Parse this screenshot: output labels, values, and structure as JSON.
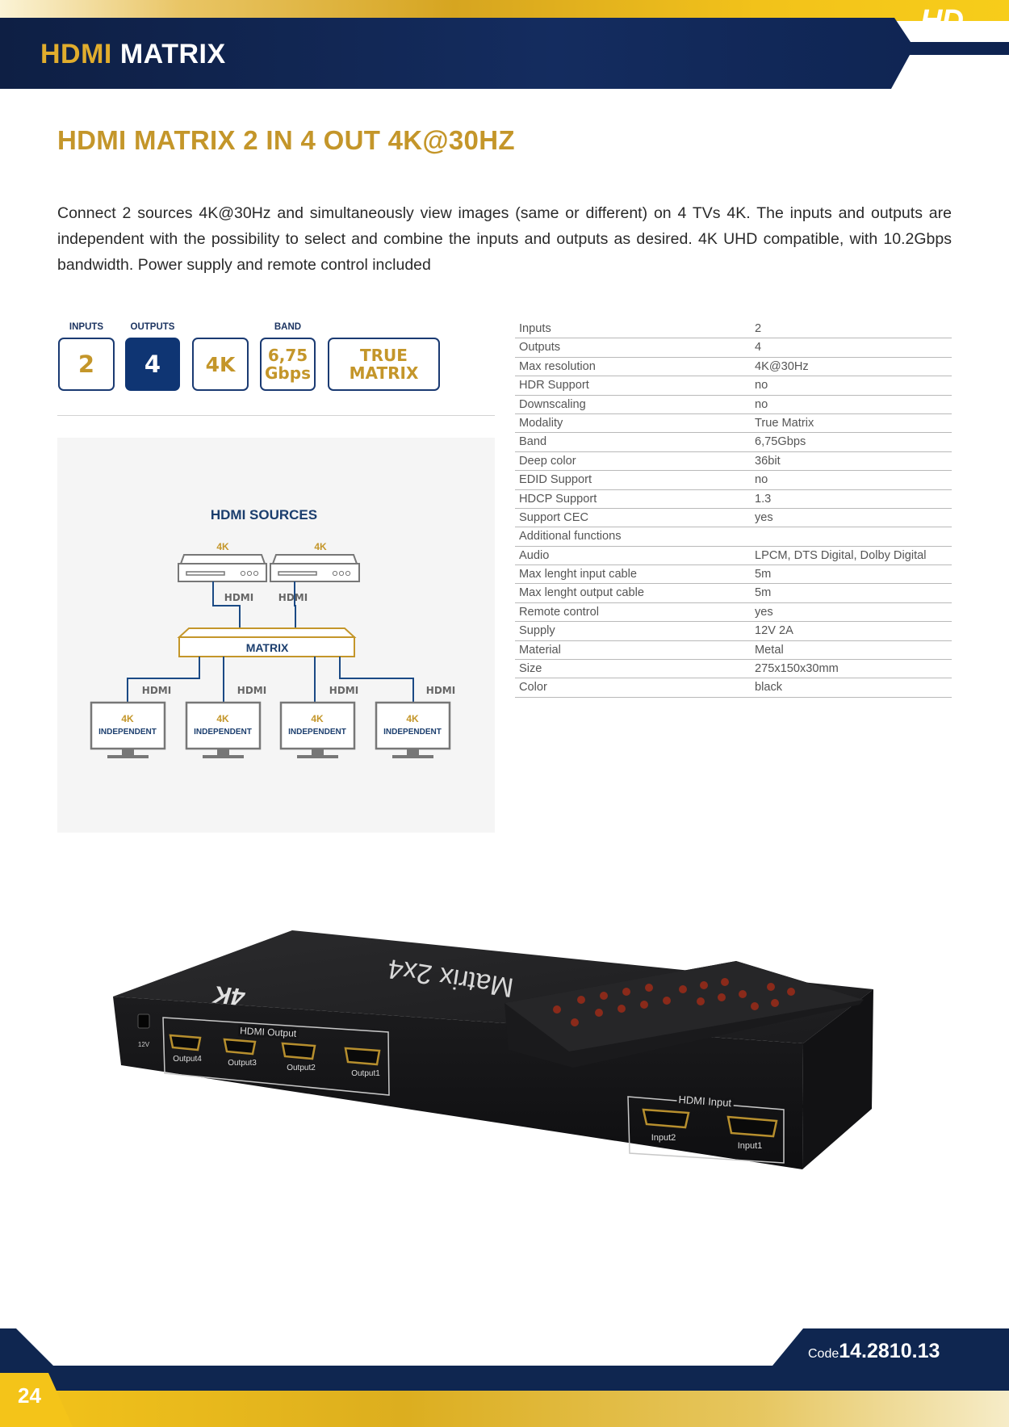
{
  "header": {
    "section_gold": "HDMI",
    "section_white": "MATRIX",
    "logo": "HD"
  },
  "product": {
    "title": "HDMI MATRIX 2 IN 4 OUT 4K@30HZ",
    "description": "Connect 2 sources 4K@30Hz and simultaneously view images (same or different) on 4 TVs 4K. The inputs and outputs are independent with the possibility to select and combine the inputs and outputs as desired. 4K UHD compatible, with 10.2Gbps bandwidth. Power supply and remote control included"
  },
  "badges": {
    "inputs_label": "INPUTS",
    "inputs_value": "2",
    "outputs_label": "OUTPUTS",
    "outputs_value": "4",
    "res_value": "4K",
    "band_label": "BAND",
    "band_line1": "6,75",
    "band_line2": "Gbps",
    "true_line1": "TRUE",
    "true_line2": "MATRIX"
  },
  "diagram": {
    "title": "HDMI SOURCES",
    "source_label": "4K",
    "hdmi_label": "HDMI",
    "matrix_label": "MATRIX",
    "tv_label_1": "4K",
    "tv_label_2": "INDEPENDENT"
  },
  "specs": [
    {
      "key": "Inputs",
      "value": "2"
    },
    {
      "key": "Outputs",
      "value": "4"
    },
    {
      "key": "Max resolution",
      "value": "4K@30Hz"
    },
    {
      "key": "HDR Support",
      "value": "no"
    },
    {
      "key": "Downscaling",
      "value": "no"
    },
    {
      "key": "Modality",
      "value": "True Matrix"
    },
    {
      "key": "Band",
      "value": "6,75Gbps"
    },
    {
      "key": "Deep color",
      "value": "36bit"
    },
    {
      "key": "EDID Support",
      "value": "no"
    },
    {
      "key": "HDCP Support",
      "value": "1.3"
    },
    {
      "key": "Support CEC",
      "value": "yes"
    },
    {
      "key": "Additional functions",
      "value": ""
    },
    {
      "key": "Audio",
      "value": "LPCM, DTS Digital, Dolby Digital"
    },
    {
      "key": "Max lenght input cable",
      "value": "5m"
    },
    {
      "key": "Max lenght output cable",
      "value": "5m"
    },
    {
      "key": "Remote control",
      "value": "yes"
    },
    {
      "key": "Supply",
      "value": "12V 2A"
    },
    {
      "key": "Material",
      "value": "Metal"
    },
    {
      "key": "Size",
      "value": "275x150x30mm"
    },
    {
      "key": "Color",
      "value": "black"
    }
  ],
  "photo": {
    "top_text": "Matrix 2x4",
    "brand_text": "4K",
    "power_label": "12V",
    "output_group": "HDMI Output",
    "outputs": [
      "Output4",
      "Output3",
      "Output2",
      "Output1"
    ],
    "input_group": "HDMI Input",
    "inputs": [
      "Input2",
      "Input1"
    ]
  },
  "footer": {
    "page_number": "24",
    "code_label": "Code",
    "code_value": "14.2810.13"
  }
}
